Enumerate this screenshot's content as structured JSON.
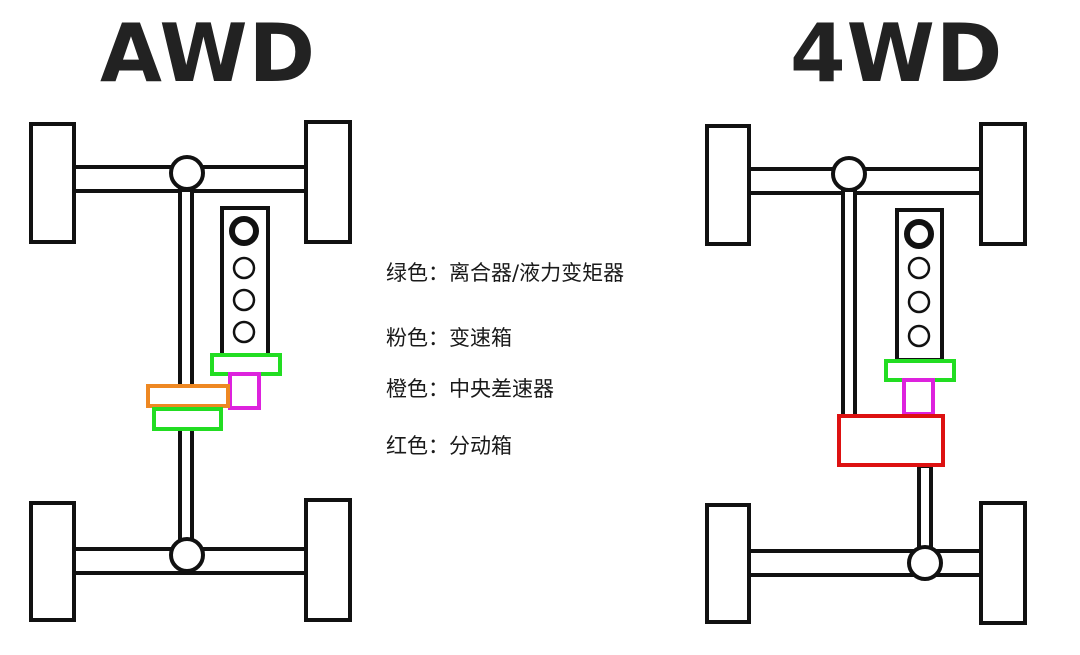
{
  "titles": {
    "awd": "AWD",
    "fourwd": "4WD"
  },
  "legend": [
    {
      "color_name": "绿色",
      "separator": "：",
      "meaning": "离合器/液力变矩器",
      "color": "#22dd22"
    },
    {
      "color_name": "粉色",
      "separator": "：",
      "meaning": "变速箱",
      "color": "#dd22dd"
    },
    {
      "color_name": "橙色",
      "separator": "：",
      "meaning": "中央差速器",
      "color": "#ee8822"
    },
    {
      "color_name": "红色",
      "separator": "：",
      "meaning": "分动箱",
      "color": "#dd1111"
    }
  ],
  "colors": {
    "outline": "#111111",
    "text": "#222222",
    "background": "#ffffff"
  }
}
